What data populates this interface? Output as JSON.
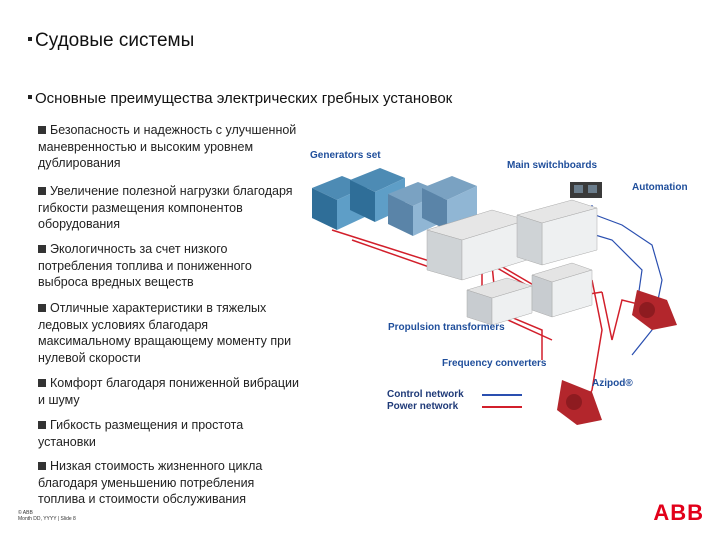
{
  "title": "Судовые системы",
  "subtitle": "Основные преимущества электрических гребных установок",
  "bullets": [
    "Безопасность и надежность с улучшенной маневренностью и высоким уровнем дублирования",
    "Увеличение полезной нагрузки благодаря гибкости размещения компонентов оборудования",
    "Экологичность за счет низкого потребления топлива и пониженного выброса вредных веществ",
    "Отличные характеристики в тяжелых ледовых условиях благодаря максимальному вращающему моменту при нулевой скорости",
    "Комфорт благодаря пониженной вибрации и шуму",
    "Гибкость размещения и простота установки",
    "Низкая стоимость жизненного цикла благодаря уменьшению потребления топлива и стоимости обслуживания"
  ],
  "diagram": {
    "generators": "Generators set",
    "switchboards": "Main switchboards",
    "automation": "Automation",
    "transformers": "Propulsion transformers",
    "converters": "Frequency converters",
    "azipod": "Azipod®",
    "legend_control": "Control network",
    "legend_power": "Power network",
    "control_color": "#2a4fb0",
    "power_color": "#d21f2b"
  },
  "footer": {
    "copyright": "© ABB",
    "date_line": "Month DD, YYYY | Slide 8"
  },
  "logo": "ABB"
}
